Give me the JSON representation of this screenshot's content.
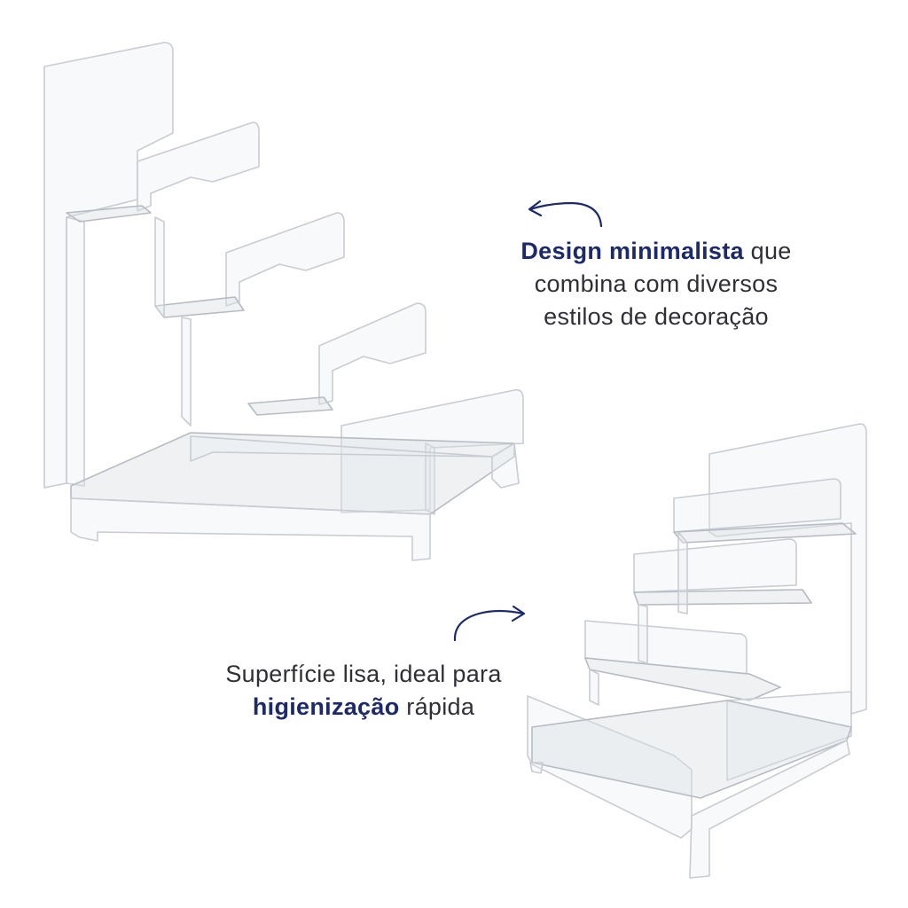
{
  "captions": {
    "top": {
      "emphasis": "Design minimalista",
      "rest_line1": " que",
      "line2": "combina com diversos",
      "line3": "estilos de decoração"
    },
    "bottom": {
      "line1": "Superfície lisa, ideal para",
      "emphasis": "higienização",
      "rest_line2": " rápida"
    }
  },
  "colors": {
    "emphasis": "#1c2a6b",
    "text": "#2f2f36",
    "background": "#ffffff"
  },
  "images": {
    "left": "acrylic-stair-stand-front-view",
    "right": "acrylic-stair-stand-angled-view"
  }
}
